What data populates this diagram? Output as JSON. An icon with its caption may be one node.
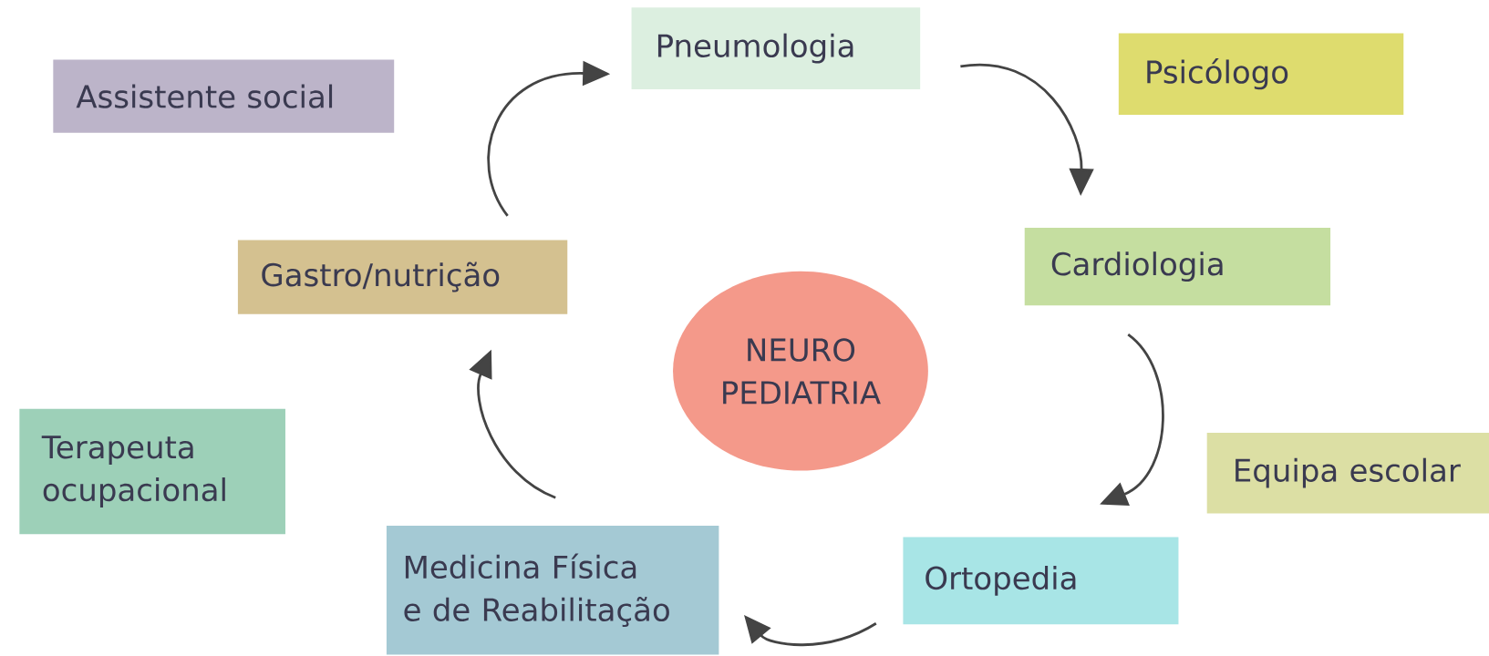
{
  "diagram": {
    "nodes": [
      {
        "text": [
          "Pneumologia"
        ]
      },
      {
        "text": [
          "Psicólogo"
        ]
      },
      {
        "text": [
          "Assistente social"
        ]
      },
      {
        "text": [
          "Cardiologia"
        ]
      },
      {
        "text": [
          "Gastro/nutrição"
        ]
      },
      {
        "text": [
          "NEURO PEDIATRIA"
        ]
      },
      {
        "text": [
          "Terapeuta ocupacional"
        ]
      },
      {
        "text": [
          "Equipa escolar"
        ]
      },
      {
        "text": [
          "Ortopedia"
        ]
      },
      {
        "text": [
          "Medicina Física e de Reabilitação"
        ]
      }
    ],
    "edges": [
      {
        "from": 0,
        "to": 3,
        "arrow": "to"
      },
      {
        "from": 3,
        "to": 8,
        "arrow": "to"
      },
      {
        "from": 8,
        "to": 9,
        "arrow": "to"
      },
      {
        "from": 9,
        "to": 4,
        "arrow": "to"
      },
      {
        "from": 4,
        "to": 0,
        "arrow": "to"
      }
    ]
  }
}
